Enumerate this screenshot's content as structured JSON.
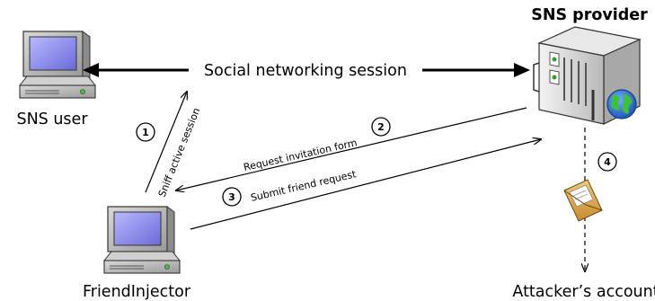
{
  "nodes": {
    "sns_user": "SNS user",
    "sns_provider": "SNS provider",
    "friend_injector": "FriendInjector",
    "attacker_account": "Attacker’s account"
  },
  "edges": {
    "social_session": "Social networking session",
    "sniff": "Sniff active session",
    "request_form": "Request invitation form",
    "submit_request": "Submit friend request"
  },
  "steps": [
    "1",
    "2",
    "3",
    "4"
  ],
  "icons": {
    "computer": "desktop-computer-icon",
    "server": "server-icon",
    "globe": "globe-icon",
    "envelope": "envelope-icon"
  }
}
